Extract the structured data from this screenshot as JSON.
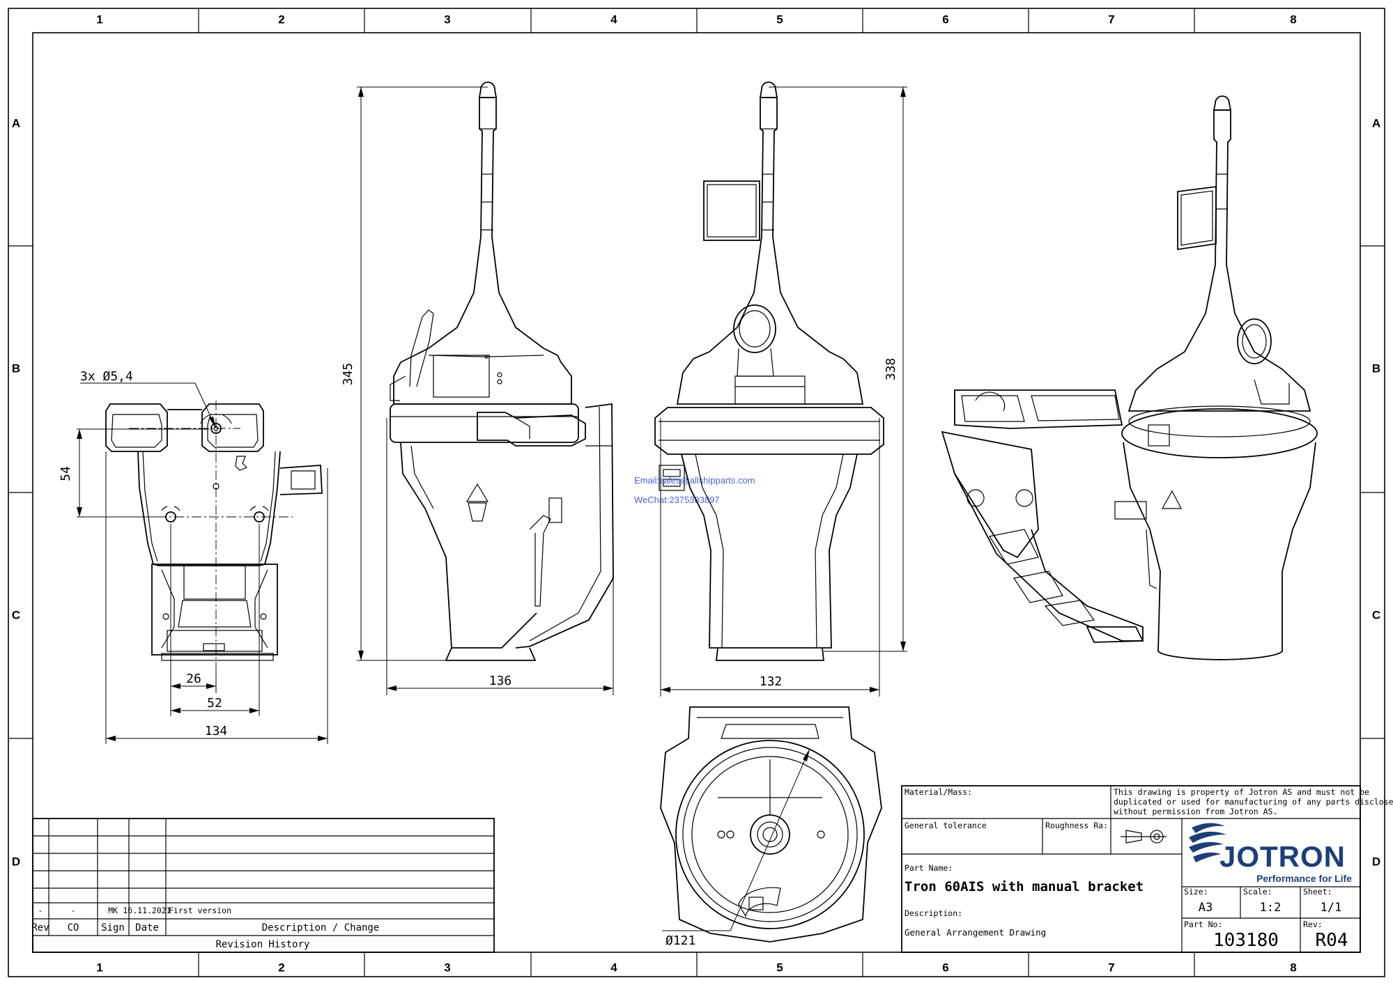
{
  "grid": {
    "columns": [
      "1",
      "2",
      "3",
      "4",
      "5",
      "6",
      "7",
      "8"
    ],
    "rows": [
      "A",
      "B",
      "C",
      "D"
    ]
  },
  "dimensions": {
    "holes": "3x Ø5,4",
    "height_54": "54",
    "width_28": "26",
    "width_52": "52",
    "width_134": "134",
    "height_345": "345",
    "width_136": "136",
    "height_338": "338",
    "width_132": "132",
    "diameter_121": "Ø121"
  },
  "watermark": {
    "email": "Email:sales@allshipparts.com",
    "wechat": "WeChat:2375383897"
  },
  "revision_table": {
    "rows": [
      {
        "rev": "-",
        "co": "-",
        "sign": "MK",
        "date": "16.11.2021",
        "description": "First version"
      }
    ],
    "headers": {
      "rev": "Rev",
      "co": "CO",
      "sign": "Sign",
      "date": "Date",
      "description": "Description / Change"
    },
    "footer": "Revision History"
  },
  "title_block": {
    "material_label": "Material/Mass:",
    "notice_line1": "This drawing is property of Jotron AS and must not be",
    "notice_line2": "duplicated or used for manufacturing of any parts disclosed herein",
    "notice_line3": "without permission from Jotron AS.",
    "tolerance_label": "General tolerance",
    "roughness_label": "Roughness Ra:",
    "part_name_label": "Part Name:",
    "part_name": "Tron 60AIS with manual bracket",
    "description_label": "Description:",
    "description": "General Arrangement Drawing",
    "logo_name": "JOTRON",
    "logo_tagline": "Performance for Life",
    "size_label": "Size:",
    "size": "A3",
    "scale_label": "Scale:",
    "scale": "1:2",
    "sheet_label": "Sheet:",
    "sheet": "1/1",
    "part_no_label": "Part No:",
    "part_no": "103180",
    "rev_label": "Rev:",
    "rev": "R04",
    "logo_color": "#1d3f78"
  }
}
